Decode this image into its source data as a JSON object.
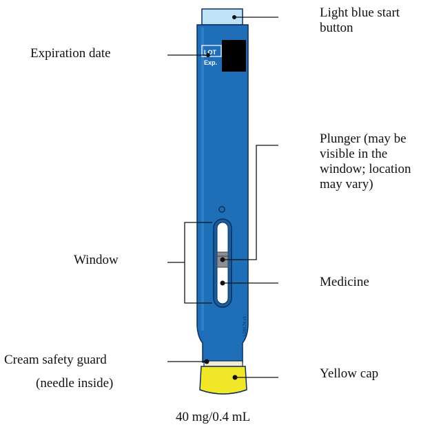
{
  "labels": {
    "start_button": "Light blue start\nbutton",
    "expiration": "Expiration date",
    "plunger": "Plunger (may be\nvisible in the\nwindow; location\nmay vary)",
    "window": "Window",
    "medicine": "Medicine",
    "safety_guard_line1": "Cream safety guard",
    "safety_guard_line2": "(needle inside)",
    "yellow_cap": "Yellow cap",
    "dose": "40 mg/0.4 mL"
  },
  "pen": {
    "lot_text": "LOT",
    "exp_text": "Exp.",
    "serial_text": "LD0174 v1",
    "colors": {
      "body": "#1f6fb8",
      "body_outline": "#0b2f5a",
      "start_button": "#bfe2f7",
      "safety_guard": "#f4ecd2",
      "cap": "#f2e629",
      "label_block": "#000000"
    }
  }
}
